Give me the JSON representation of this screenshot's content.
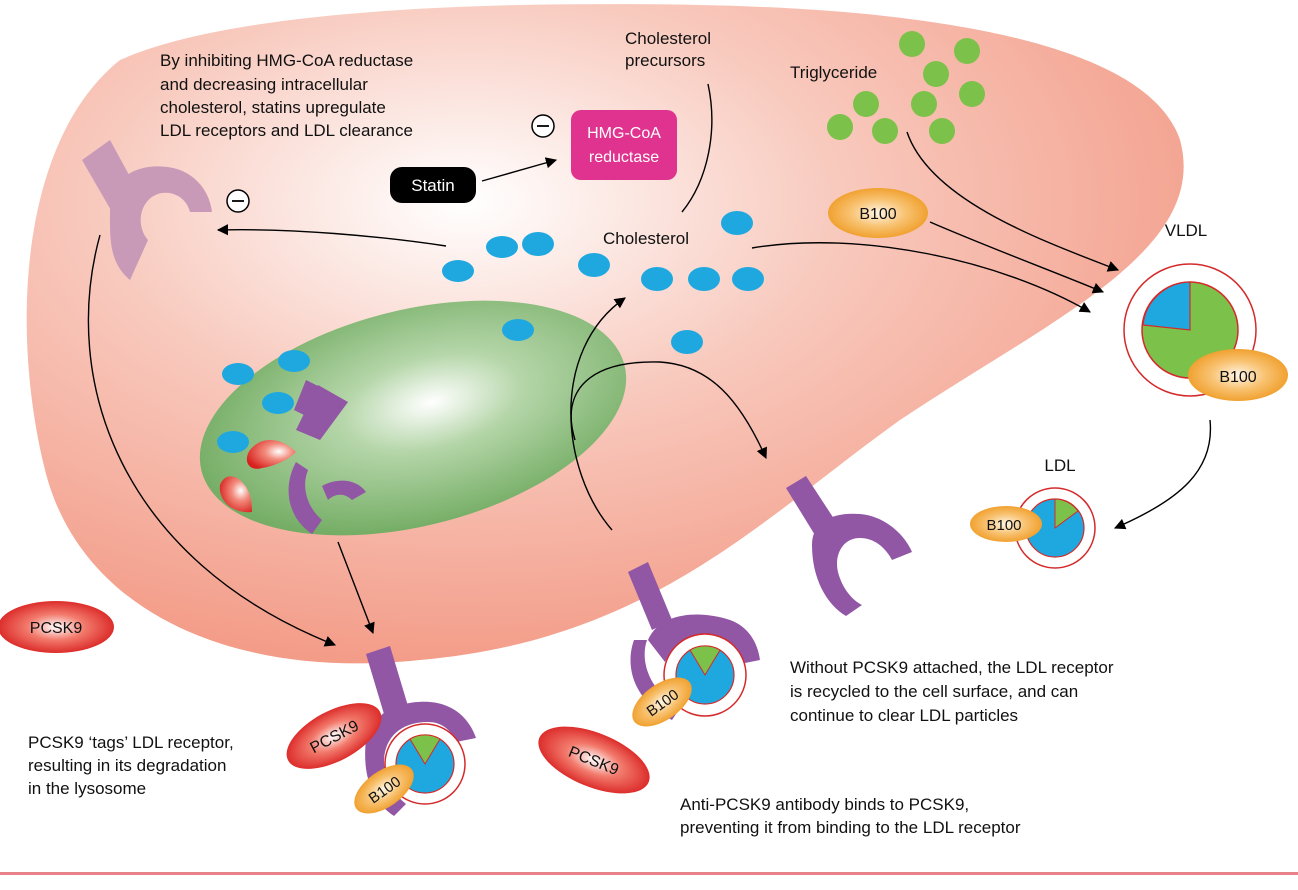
{
  "captions": {
    "statin_effect": [
      "By inhibiting HMG-CoA reductase",
      "and decreasing intracellular",
      "cholesterol, statins upregulate",
      "LDL receptors and LDL clearance"
    ],
    "pcsk9_tags": [
      "PCSK9 ‘tags’ LDL receptor,",
      "resulting in its degradation",
      "in the lysosome"
    ],
    "recycled": [
      "Without PCSK9 attached, the LDL receptor",
      "is recycled to the cell surface, and can",
      "continue to clear LDL particles"
    ],
    "antibody": [
      "Anti-PCSK9 antibody binds to PCSK9,",
      "preventing it from binding to the LDL receptor"
    ]
  },
  "labels": {
    "cholesterol_precursors": [
      "Cholesterol",
      "precursors"
    ],
    "triglyceride": "Triglyceride",
    "cholesterol": "Cholesterol",
    "hmg_coa": [
      "HMG-CoA",
      "reductase"
    ],
    "statin": "Statin",
    "vldl": "VLDL",
    "ldl": "LDL",
    "b100": "B100",
    "pcsk9": "PCSK9",
    "minus": "−"
  },
  "colors": {
    "cell": "#f4a08c",
    "nucleus": "#7bb06a",
    "cholesterol": "#1fa8e0",
    "triglyceride": "#7cc24a",
    "receptor": "#9157a5",
    "receptor_faded": "#c99ab8",
    "hmg_coa": "#e0338f",
    "statin": "#000000",
    "pcsk9": "#e02020",
    "b100": "#f3a33a",
    "lipoprotein_ring": "#d42a2a"
  }
}
